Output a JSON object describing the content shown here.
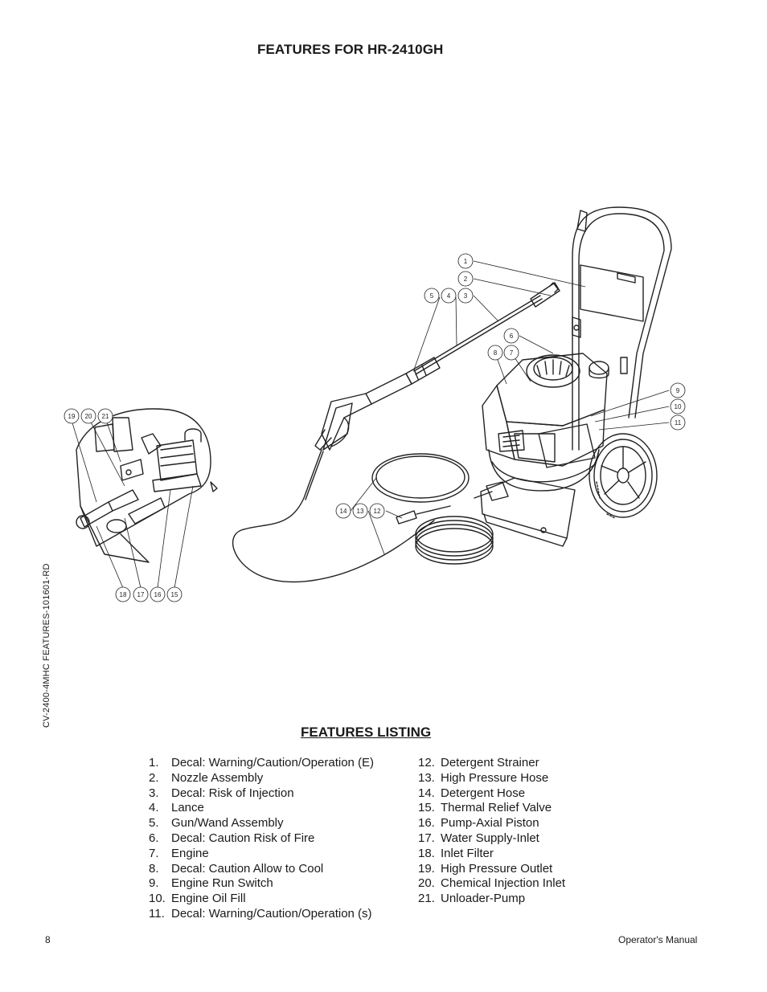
{
  "header": {
    "title": "FEATURES FOR HR-2410GH"
  },
  "side_code": "CV-2400-4MHC FEATURES-101601-RD",
  "listing": {
    "title": "FEATURES LISTING",
    "column1": [
      {
        "num": "1.",
        "text": "Decal:  Warning/Caution/Operation (E)"
      },
      {
        "num": "2.",
        "text": "Nozzle Assembly"
      },
      {
        "num": "3.",
        "text": "Decal: Risk of Injection"
      },
      {
        "num": "4.",
        "text": "Lance"
      },
      {
        "num": "5.",
        "text": "Gun/Wand Assembly"
      },
      {
        "num": "6.",
        "text": "Decal: Caution Risk of Fire"
      },
      {
        "num": "7.",
        "text": "Engine"
      },
      {
        "num": "8.",
        "text": "Decal:  Caution Allow to Cool"
      },
      {
        "num": "9.",
        "text": "Engine Run Switch"
      },
      {
        "num": "10.",
        "text": "Engine Oil Fill"
      },
      {
        "num": "11.",
        "text": "Decal: Warning/Caution/Operation (s)"
      }
    ],
    "column2": [
      {
        "num": "12.",
        "text": "Detergent Strainer"
      },
      {
        "num": "13.",
        "text": "High Pressure Hose"
      },
      {
        "num": "14.",
        "text": "Detergent Hose"
      },
      {
        "num": "15.",
        "text": "Thermal Relief Valve"
      },
      {
        "num": "16.",
        "text": "Pump-Axial Piston"
      },
      {
        "num": "17.",
        "text": "Water Supply-Inlet"
      },
      {
        "num": "18.",
        "text": "Inlet Filter"
      },
      {
        "num": "19.",
        "text": "High Pressure Outlet"
      },
      {
        "num": "20.",
        "text": "Chemical Injection Inlet"
      },
      {
        "num": "21.",
        "text": "Unloader-Pump"
      }
    ]
  },
  "diagram": {
    "callouts": [
      "1",
      "2",
      "3",
      "4",
      "5",
      "6",
      "7",
      "8",
      "9",
      "10",
      "11",
      "12",
      "13",
      "14",
      "15",
      "16",
      "17",
      "18",
      "19",
      "20",
      "21"
    ]
  },
  "footer": {
    "page_number": "8",
    "manual": "Operator's Manual"
  }
}
